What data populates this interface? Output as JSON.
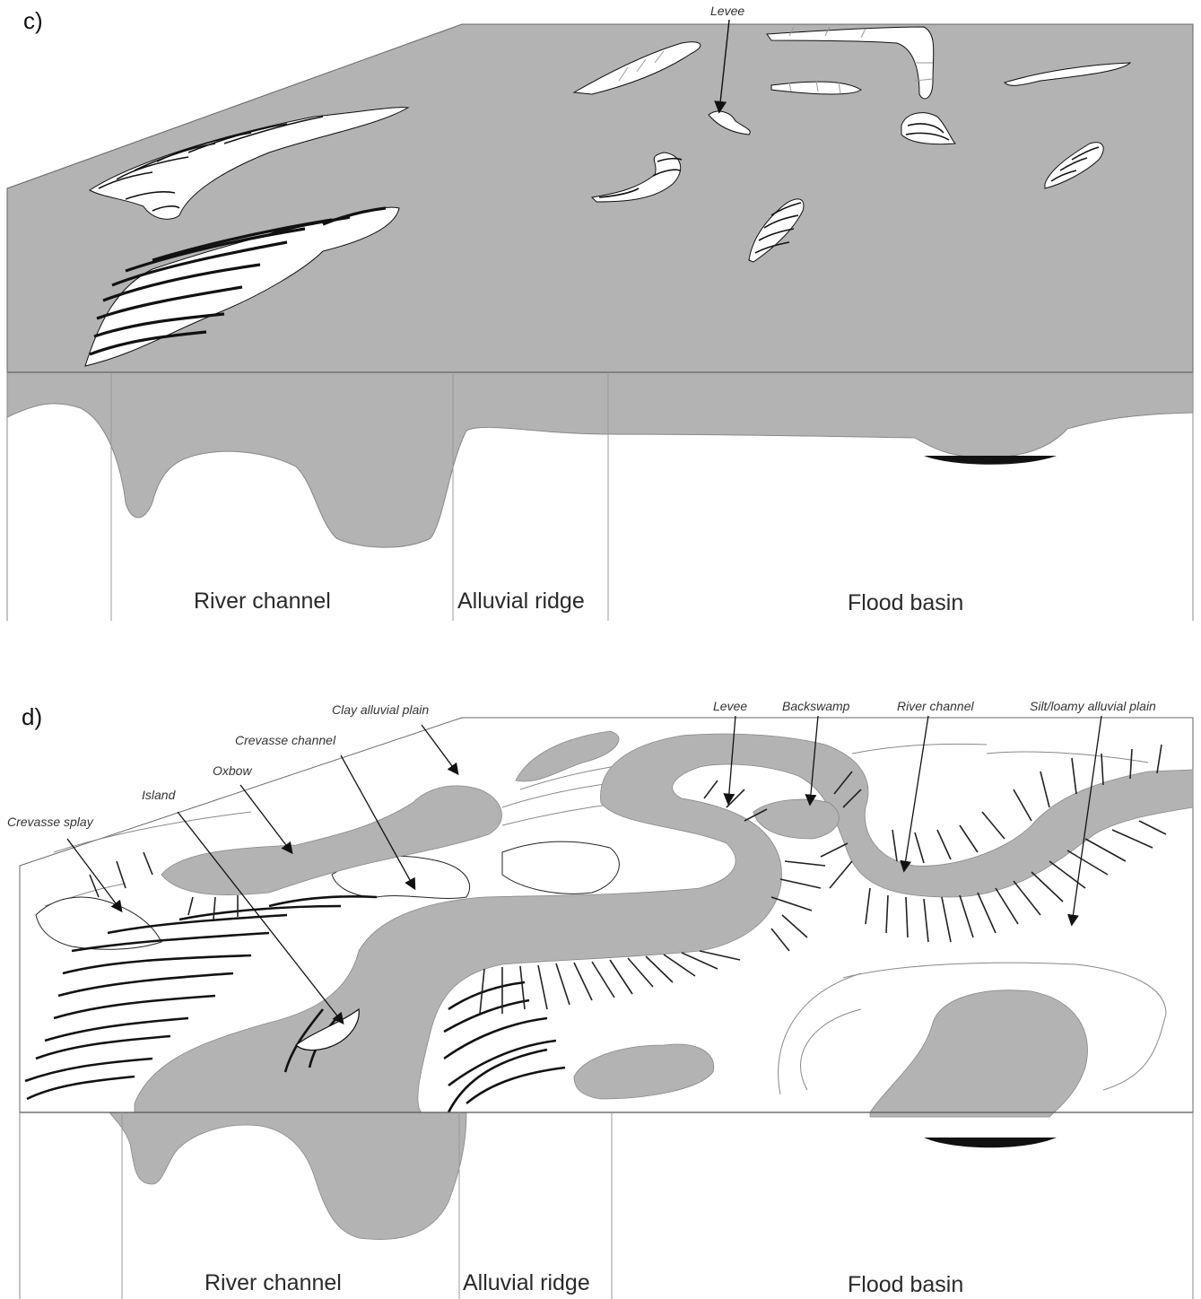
{
  "panels": [
    {
      "label": "c)",
      "annotations": [
        "Levee"
      ],
      "zones": [
        "River channel",
        "Alluvial ridge",
        "Flood basin"
      ]
    },
    {
      "label": "d)",
      "annotations": [
        "Clay alluvial plain",
        "Crevasse channel",
        "Oxbow",
        "Island",
        "Crevasse splay",
        "Levee",
        "Backswamp",
        "River channel",
        "Silt/loamy  alluvial plain"
      ],
      "zones": [
        "River channel",
        "Alluvial ridge",
        "Flood basin"
      ]
    }
  ],
  "colors": {
    "fill_gray": "#b3b3b3",
    "peat_black": "#111111",
    "line": "#1a1a1a",
    "thin_line": "#8a8a8a"
  }
}
